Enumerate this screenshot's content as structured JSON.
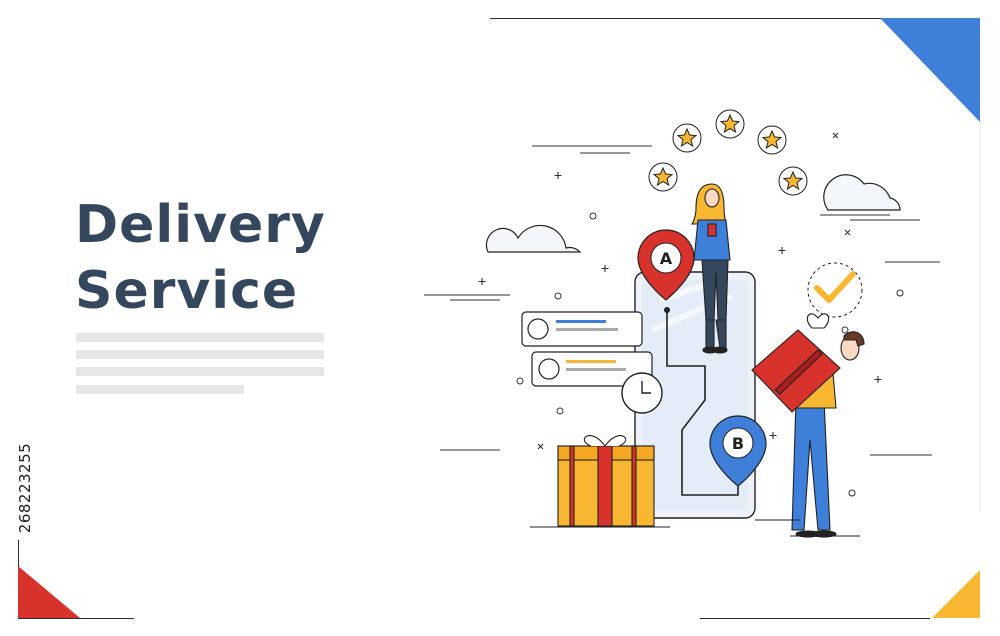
{
  "headline": {
    "line1": "Delivery",
    "line2": "Service"
  },
  "illustration": {
    "pin_a_label": "A",
    "pin_b_label": "B"
  },
  "stock_id": "268223255",
  "colors": {
    "title": "#34475c",
    "accent_blue": "#3d7fd9",
    "accent_red": "#d8322c",
    "accent_yellow": "#f7b731",
    "text_placeholder": "#e6e6e6"
  }
}
